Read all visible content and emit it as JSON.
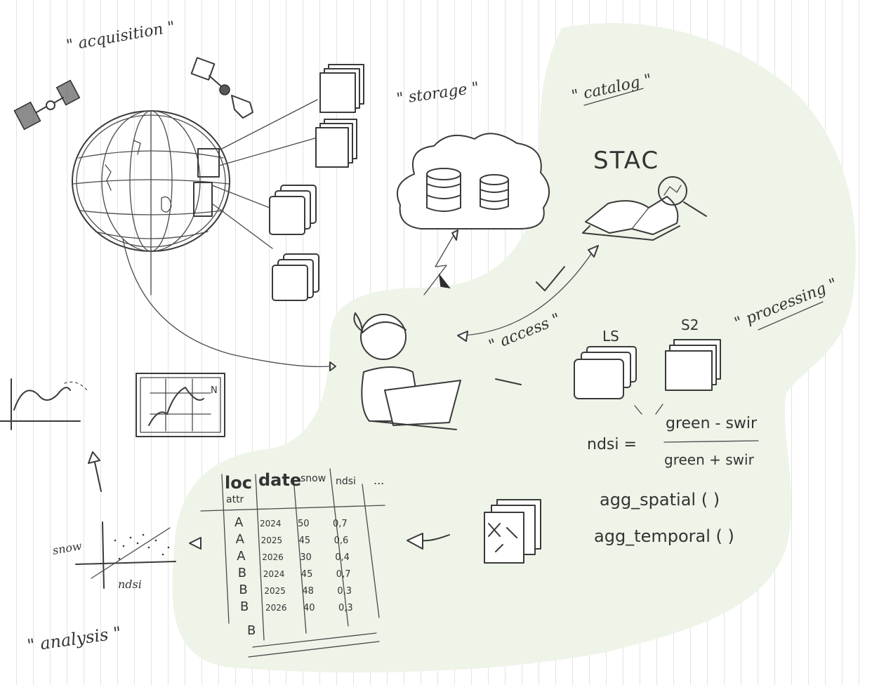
{
  "colors": {
    "paper": "#ffffff",
    "rule_lines": "#e3e3e3",
    "highlight_area": "#eef4e8",
    "ink": "#3a3a3a"
  },
  "labels": {
    "acquisition": "\" acquisition \"",
    "storage": "\" storage \"",
    "catalog": "\" catalog \"",
    "stac": "STAC",
    "access": "\" access \"",
    "processing": "\" processing \"",
    "analysis": "\" analysis \""
  },
  "processing": {
    "collection_1": "LS",
    "collection_2": "S2",
    "ndsi_lhs": "ndsi =",
    "ndsi_numerator": "green - swir",
    "ndsi_denominator": "green + swir",
    "function_1": "agg_spatial ( )",
    "function_2": "agg_temporal ( )"
  },
  "table": {
    "columns": [
      "loc",
      "date",
      "snow",
      "ndsi",
      "..."
    ],
    "extra_header": "attr",
    "rows": [
      [
        "A",
        "2024",
        "50",
        "0,7"
      ],
      [
        "A",
        "2025",
        "45",
        "0,6"
      ],
      [
        "A",
        "2026",
        "30",
        "0,4"
      ],
      [
        "B",
        "2024",
        "45",
        "0,7"
      ],
      [
        "B",
        "2025",
        "48",
        "0,3"
      ],
      [
        "B",
        "2026",
        "40",
        "0,3"
      ]
    ],
    "extra_row_loc": "B"
  },
  "scatter": {
    "ylabel": "snow",
    "xlabel": "ndsi"
  },
  "icons": {
    "satellite_1": "satellite-icon",
    "satellite_2": "satellite-icon",
    "globe": "globe-icon",
    "cloud": "cloud-storage-icon",
    "catalog_book": "book-icon",
    "magnifier": "magnifier-icon",
    "user": "person-laptop-icon",
    "checkmark": "checkmark-icon"
  }
}
